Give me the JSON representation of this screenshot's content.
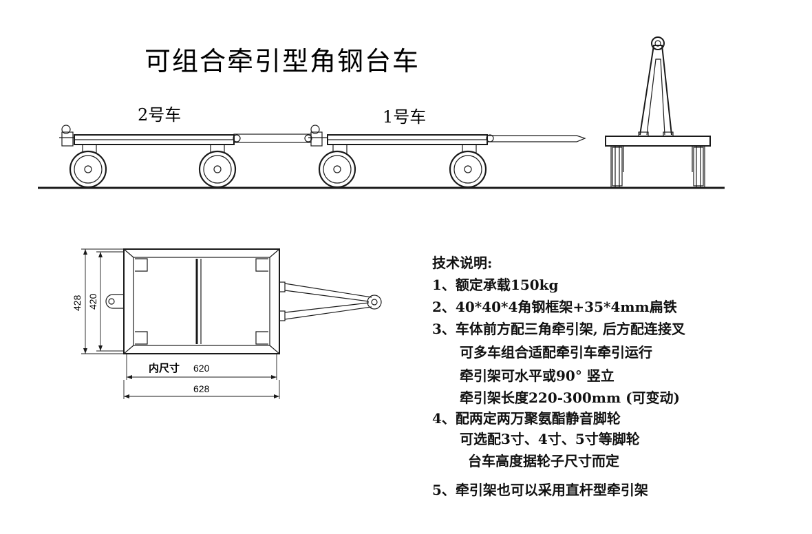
{
  "title": "可组合牵引型角钢台车",
  "cart_labels": {
    "cart2": "2号车",
    "cart1": "1号车"
  },
  "dimensions": {
    "outer_height": "428",
    "inner_height": "420",
    "inner_width_label": "内尺寸",
    "inner_width": "620",
    "outer_width": "628"
  },
  "specs": {
    "heading": "技术说明:",
    "lines": [
      "1、额定承载150kg",
      "2、40*40*4角钢框架+35*4mm扁铁",
      "3、车体前方配三角牵引架, 后方配连接叉",
      "可多车组合适配牵引车牵引运行",
      "牵引架可水平或90° 竖立",
      "牵引架长度220-300mm (可变动)",
      "4、配两定两万聚氨酯静音脚轮",
      "可选配3寸、4寸、5寸等脚轮",
      "台车高度据轮子尺寸而定",
      "5、牵引架也可以采用直杆型牵引架"
    ]
  }
}
